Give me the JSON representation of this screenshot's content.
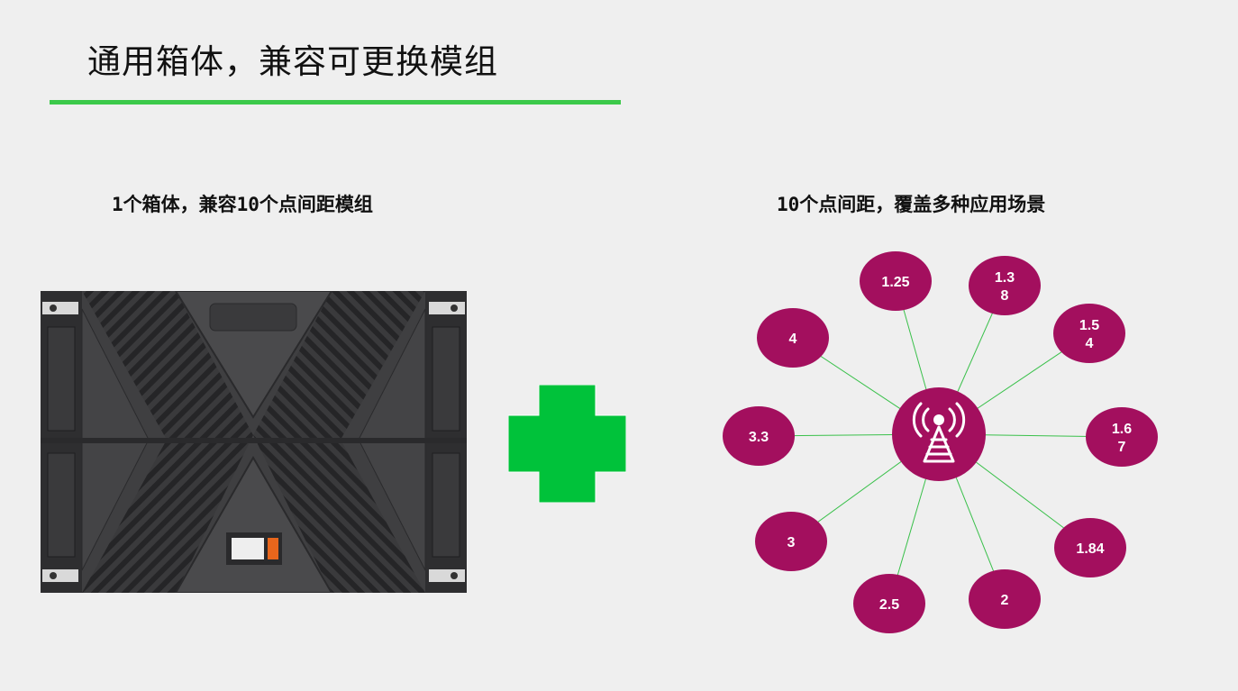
{
  "page": {
    "title": "通用箱体，兼容可更换模组"
  },
  "left": {
    "subtitle": "1个箱体，兼容10个点间距模组"
  },
  "right": {
    "subtitle": "10个点间距，覆盖多种应用场景",
    "hub_icon": "signal-tower-icon",
    "nodes": [
      {
        "id": "n125",
        "lines": [
          "1.25"
        ]
      },
      {
        "id": "n138",
        "lines": [
          "1.3",
          "8"
        ]
      },
      {
        "id": "n154",
        "lines": [
          "1.5",
          "4"
        ]
      },
      {
        "id": "n167",
        "lines": [
          "1.6",
          "7"
        ]
      },
      {
        "id": "n184",
        "lines": [
          "1.84"
        ]
      },
      {
        "id": "n2",
        "lines": [
          "2"
        ]
      },
      {
        "id": "n25",
        "lines": [
          "2.5"
        ]
      },
      {
        "id": "n3",
        "lines": [
          "3"
        ]
      },
      {
        "id": "n33",
        "lines": [
          "3.3"
        ]
      },
      {
        "id": "n4",
        "lines": [
          "4"
        ]
      }
    ]
  },
  "colors": {
    "accent_green": "#3cc94a",
    "plus_green": "#00c23a",
    "node_fill": "#a30f5e",
    "connector": "#39c04a"
  }
}
